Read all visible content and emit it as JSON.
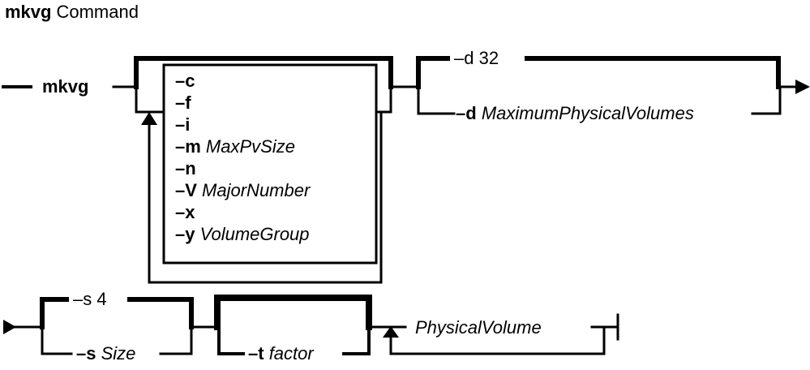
{
  "title": {
    "command": "mkvg",
    "suffix": "Command"
  },
  "diagram": {
    "command_name": "mkvg",
    "repeat_options": [
      {
        "flag": "–c",
        "arg": ""
      },
      {
        "flag": "–f",
        "arg": ""
      },
      {
        "flag": "–i",
        "arg": ""
      },
      {
        "flag": "–m",
        "arg": "MaxPvSize"
      },
      {
        "flag": "–n",
        "arg": ""
      },
      {
        "flag": "–V",
        "arg": "MajorNumber"
      },
      {
        "flag": "–x",
        "arg": ""
      },
      {
        "flag": "–y",
        "arg": "VolumeGroup"
      }
    ],
    "d_default": "–d 32",
    "d_option": {
      "flag": "–d",
      "arg": "MaximumPhysicalVolumes"
    },
    "s_default": "–s 4",
    "s_option": {
      "flag": "–s",
      "arg": "Size"
    },
    "t_option": {
      "flag": "–t",
      "arg": "factor"
    },
    "physical_volume": "PhysicalVolume"
  }
}
